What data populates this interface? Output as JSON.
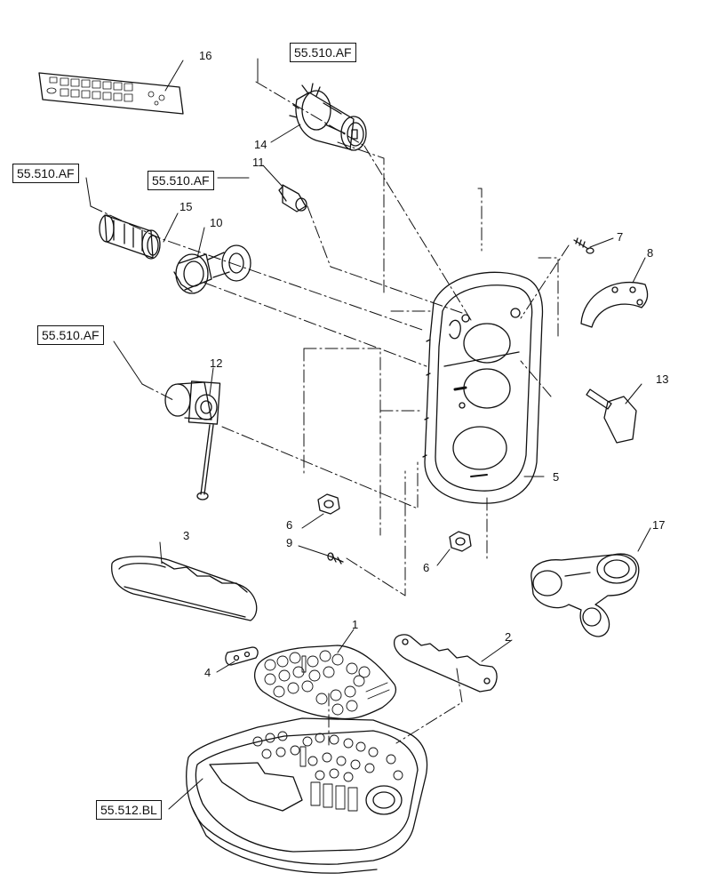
{
  "references": {
    "ref_top": "55.510.AF",
    "ref_left": "55.510.AF",
    "ref_mid": "55.510.AF",
    "ref_socket": "55.510.AF",
    "ref_bottom": "55.512.BL"
  },
  "callouts": {
    "n1": "1",
    "n2": "2",
    "n3": "3",
    "n4": "4",
    "n5": "5",
    "n6a": "6",
    "n6b": "6",
    "n7": "7",
    "n8": "8",
    "n9": "9",
    "n10": "10",
    "n11": "11",
    "n12": "12",
    "n13": "13",
    "n14": "14",
    "n15": "15",
    "n16": "16",
    "n17": "17"
  }
}
